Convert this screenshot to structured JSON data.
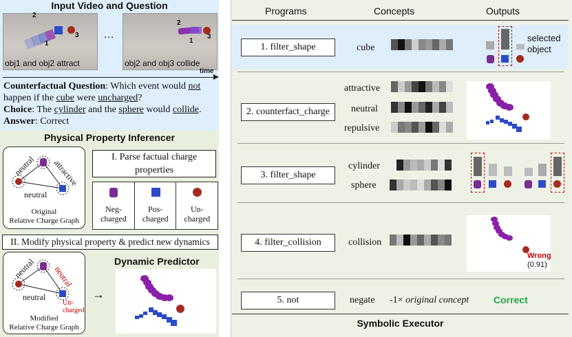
{
  "left": {
    "input_title": "Input Video and Question",
    "frame1": {
      "label": "obj1 and obj2 attract",
      "n1": "1",
      "n2": "2",
      "n3": "3"
    },
    "frame2": {
      "label": "obj2 and obj3 collide",
      "n1": "1",
      "n2": "2",
      "n3": "3"
    },
    "ellipsis": "…",
    "time_label": "time",
    "question": {
      "prefix_bold": "Counterfactual Question",
      "t1": ": Which event would ",
      "not": "not",
      "t2": "happen if the ",
      "cube": "cube",
      "t3": " were ",
      "uncharged": "uncharged",
      "t4": "?"
    },
    "choice": {
      "prefix_bold": "Choice",
      "t1": ": The ",
      "cylinder": "cylinder",
      "t2": " and the ",
      "sphere": "sphere",
      "t3": " would ",
      "collide": "collide",
      "t4": "."
    },
    "answer": {
      "prefix_bold": "Answer",
      "t1": ": Correct"
    },
    "ppi_title": "Physical Property Inferencer",
    "graph1": {
      "edge_neutral_left": "neutral",
      "edge_attractive": "attractive",
      "edge_neutral_bottom": "neutral",
      "caption1": "Original",
      "caption2": "Relative Charge Graph"
    },
    "parse_box": "I. Parse factual charge properties",
    "charges": [
      "Neg-\ncharged",
      "Pos-\ncharged",
      "Un-\ncharged"
    ],
    "modify_box": "II. Modify physical property & predict new dynamics",
    "graph2": {
      "edge_neutral_left": "neutral",
      "edge_neutral_red": "neutral",
      "edge_neutral_bottom": "neutral",
      "uncharged_red": "Un-\ncharged",
      "caption1": "Modified",
      "caption2": "Relative Charge Graph"
    },
    "dyn_title": "Dynamic Predictor",
    "arrow": "→"
  },
  "right": {
    "headers": {
      "programs": "Programs",
      "concepts": "Concepts",
      "outputs": "Outputs"
    },
    "rows": [
      {
        "program": "1. filter_shape",
        "concepts": [
          "cube"
        ],
        "output_text": "selected\nobject"
      },
      {
        "program": "2. counterfact_charge",
        "concepts": [
          "attractive",
          "neutral",
          "repulsive"
        ]
      },
      {
        "program": "3. filter_shape",
        "concepts": [
          "cylinder",
          "sphere"
        ]
      },
      {
        "program": "4. filter_collision",
        "concepts": [
          "collision"
        ],
        "wrong": "Wrong",
        "wrong_score": "(0.91)"
      },
      {
        "program": "5. not",
        "concepts": [
          "negate"
        ],
        "negate_expr_prefix": "-1× ",
        "negate_expr_italic": "original concept",
        "correct": "Correct"
      }
    ],
    "footer": "Symbolic Executor"
  },
  "colors": {
    "blue_bg": "#dfeefb",
    "green_bg": "#e8efde",
    "right_bg": "#eef2e6",
    "red": "#c00000",
    "correct_green": "#1aa64a",
    "purple": "#7a2d93",
    "cube_blue": "#2a4cc8",
    "sphere_red": "#a52a1e"
  }
}
